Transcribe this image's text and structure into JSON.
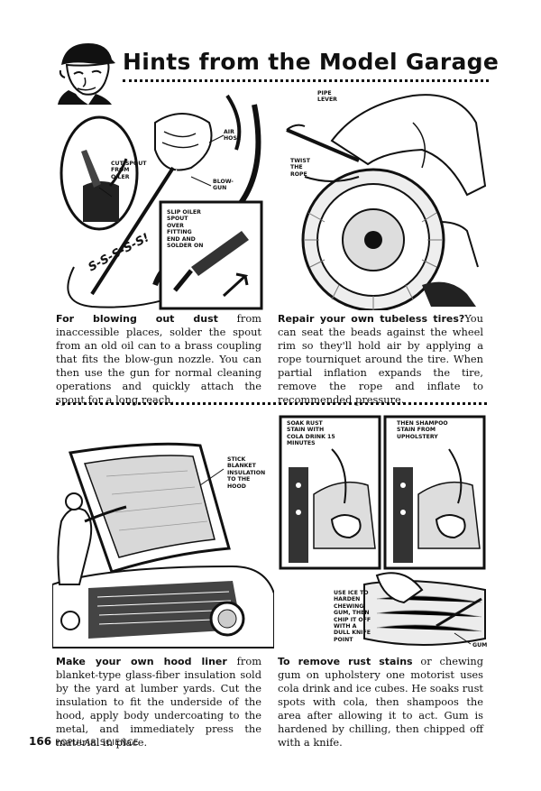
{
  "header": {
    "title": "Hints from the Model Garage"
  },
  "panels": [
    {
      "id": "blowing-dust",
      "labels": [
        "CUT SPOUT FROM OILER",
        "AIR HOSE",
        "BLOW-GUN",
        "SLIP OILER SPOUT OVER FITTING END AND SOLDER ON",
        "S-S-S-S-S!"
      ],
      "caption_lead": "For blowing out dust",
      "caption_body": " from inaccessible places, solder the spout from an old oil can to a brass coupling that fits the blow-gun nozzle. You can then use the gun for normal cleaning operations and quickly attach the spout for a long reach."
    },
    {
      "id": "tubeless-tires",
      "labels": [
        "PIPE LEVER",
        "TWIST THE ROPE"
      ],
      "caption_lead": "Repair your own tubeless tires?",
      "caption_body": "You can seat the beads against the wheel rim so they'll hold air by applying a rope tourniquet around the tire. When partial inflation expands the tire, remove the rope and inflate to recommended pressure."
    },
    {
      "id": "hood-liner",
      "labels": [
        "STICK BLANKET INSULATION TO THE HOOD"
      ],
      "caption_lead": "Make your own hood liner",
      "caption_body": " from blanket-type glass-fiber insulation sold by the yard at lumber yards. Cut the insulation to fit the underside of the hood, apply body undercoating to the metal, and immediately press the material in place."
    },
    {
      "id": "rust-stains",
      "labels": [
        "SOAK RUST STAIN WITH COLA DRINK 15 MINUTES",
        "THEN SHAMPOO STAIN FROM UPHOLSTERY",
        "USE ICE TO HARDEN CHEWING GUM, THEN CHIP IT OFF WITH A DULL KNIFE POINT",
        "GUM"
      ],
      "caption_lead": "To remove rust stains",
      "caption_body": " or chewing gum on upholstery one motorist uses cola drink and ice cubes. He soaks rust spots with cola, then shampoos the area after allowing it to act. Gum is hardened by chilling, then chipped off with a knife."
    }
  ],
  "footer": {
    "page_number": "166",
    "magazine": "POPULAR SCIENCE"
  }
}
